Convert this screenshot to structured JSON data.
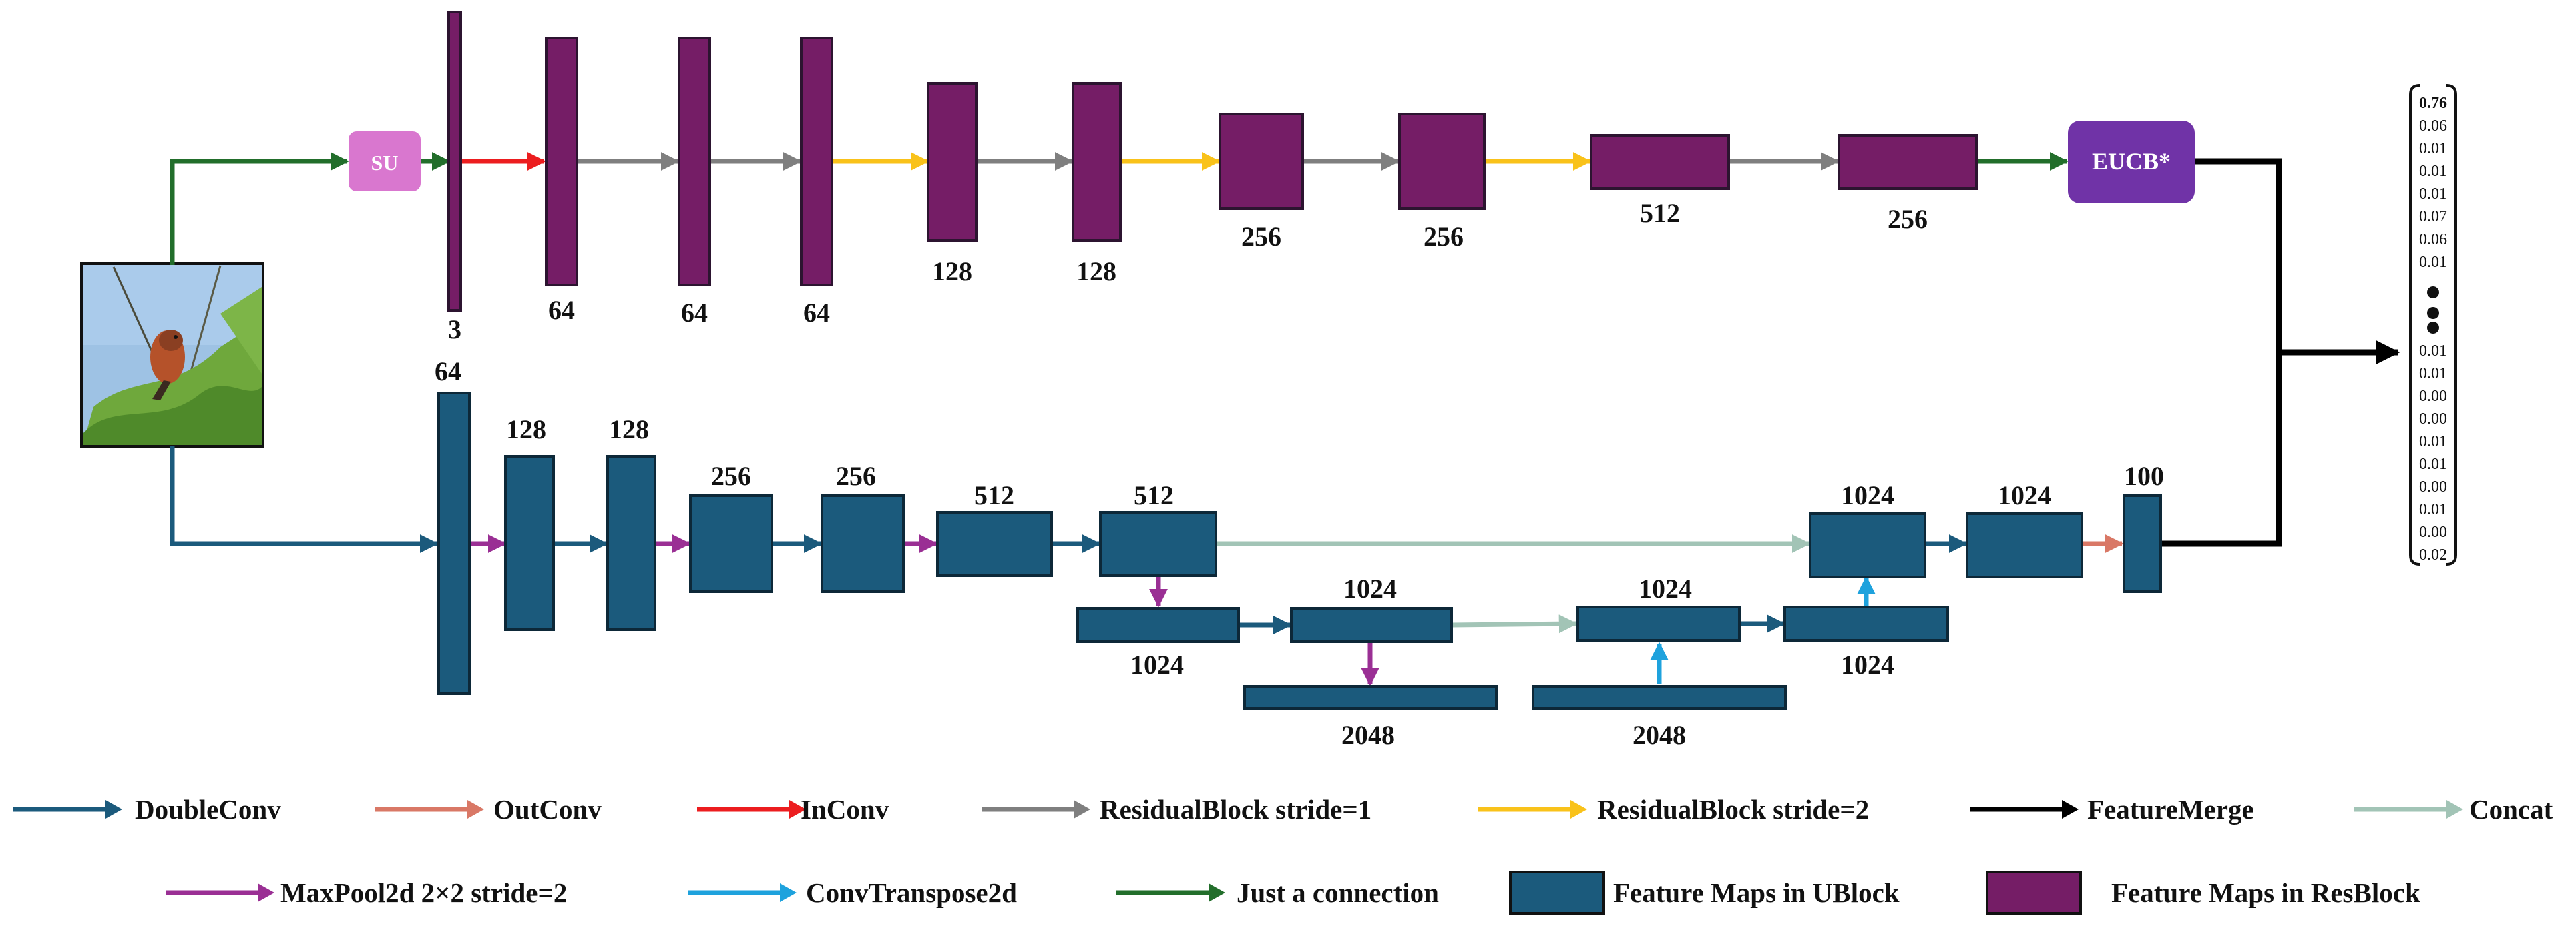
{
  "colors": {
    "double_conv": "#1b5a7c",
    "out_conv": "#d97866",
    "in_conv": "#ec1d1f",
    "residual_s1": "#7f7f7f",
    "residual_s2": "#f9c21a",
    "feature_merge": "#000000",
    "concat": "#a2c4b6",
    "maxpool": "#9a2f94",
    "conv_transpose": "#1ea2dd",
    "connection": "#226e2b",
    "ublock": "#1b5a7c",
    "resblock": "#751d66",
    "su_box": "#d977cf",
    "eucb_box": "#7033a7"
  },
  "blocks": {
    "su": "SU",
    "eucb": "EUCB*"
  },
  "res_labels": [
    "3",
    "64",
    "64",
    "64",
    "128",
    "128",
    "256",
    "256",
    "512",
    "256"
  ],
  "u_labels": [
    "64",
    "128",
    "128",
    "256",
    "256",
    "512",
    "512",
    "1024",
    "2048",
    "2048",
    "1024",
    "1024",
    "1024",
    "1024",
    "1024",
    "100"
  ],
  "outputs_top": [
    "0.76",
    "0.06",
    "0.01",
    "0.01",
    "0.01",
    "0.07",
    "0.06",
    "0.01"
  ],
  "outputs_bottom": [
    "0.01",
    "0.01",
    "0.00",
    "0.00",
    "0.01",
    "0.01",
    "0.00",
    "0.01",
    "0.00",
    "0.02"
  ],
  "legend": [
    {
      "label": "DoubleConv",
      "icon": "arrow",
      "color_key": "double_conv"
    },
    {
      "label": "OutConv",
      "icon": "arrow",
      "color_key": "out_conv"
    },
    {
      "label": "InConv",
      "icon": "arrow",
      "color_key": "in_conv"
    },
    {
      "label": "ResidualBlock stride=1",
      "icon": "arrow",
      "color_key": "residual_s1"
    },
    {
      "label": "ResidualBlock stride=2",
      "icon": "arrow",
      "color_key": "residual_s2"
    },
    {
      "label": "FeatureMerge",
      "icon": "arrow",
      "color_key": "feature_merge"
    },
    {
      "label": "Concat",
      "icon": "arrow",
      "color_key": "concat"
    },
    {
      "label": "MaxPool2d 2×2 stride=2",
      "icon": "arrow",
      "color_key": "maxpool"
    },
    {
      "label": "ConvTranspose2d",
      "icon": "arrow",
      "color_key": "conv_transpose"
    },
    {
      "label": "Just a connection",
      "icon": "arrow",
      "color_key": "connection"
    },
    {
      "label": "Feature Maps in UBlock",
      "icon": "box",
      "color_key": "ublock"
    },
    {
      "label": "Feature Maps in ResBlock",
      "icon": "box",
      "color_key": "resblock"
    }
  ]
}
